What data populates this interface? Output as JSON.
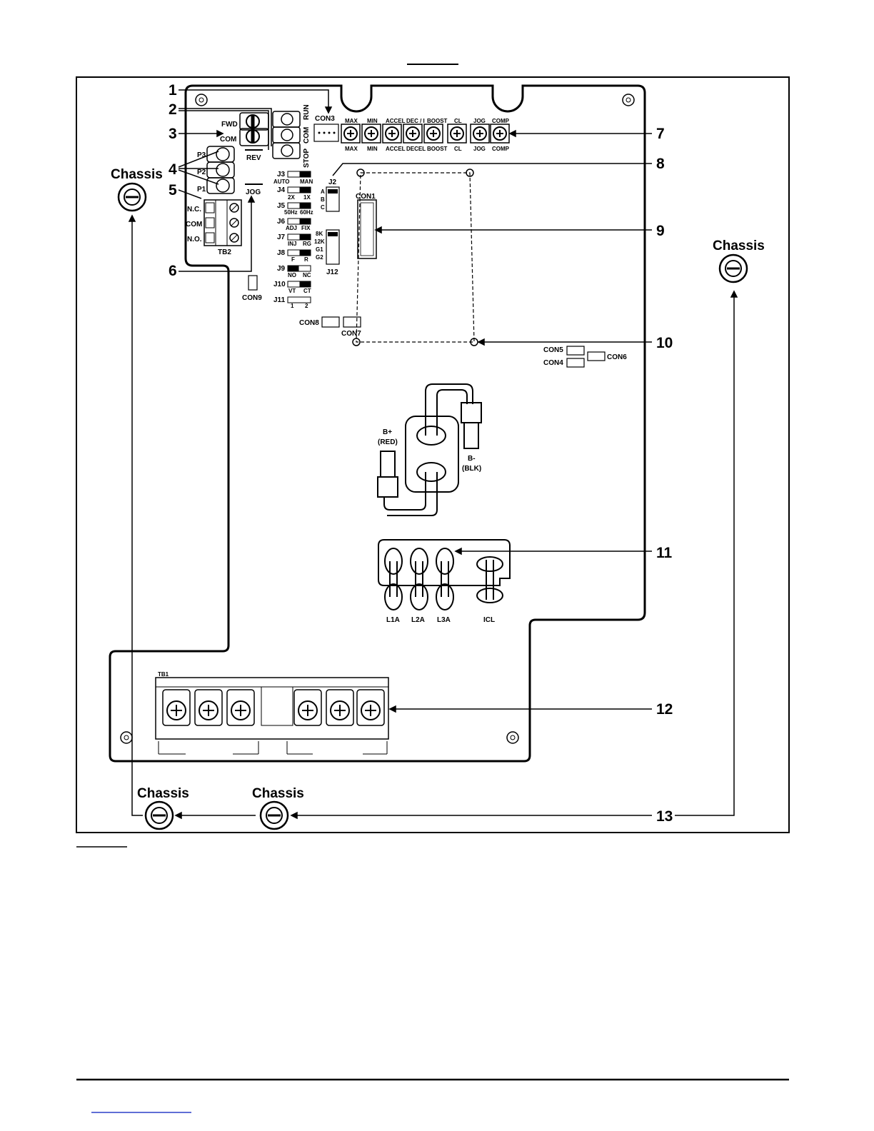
{
  "callouts": [
    "1",
    "2",
    "3",
    "4",
    "5",
    "6",
    "7",
    "8",
    "9",
    "10",
    "11",
    "12",
    "13"
  ],
  "chassis_label": "Chassis",
  "switches": {
    "fwd": "FWD",
    "com": "COM",
    "rev": "REV",
    "run": "RUN",
    "com2": "COM",
    "stop": "STOP",
    "jog": "JOG"
  },
  "pots": [
    "P3",
    "P2",
    "P1"
  ],
  "tb2": {
    "label": "TB2",
    "terminals": [
      "N.C.",
      "COM",
      "N.O."
    ]
  },
  "connectors": {
    "con1": "CON1",
    "con3": "CON3",
    "con4": "CON4",
    "con5": "CON5",
    "con6": "CON6",
    "con7": "CON7",
    "con8": "CON8",
    "con9": "CON9"
  },
  "adjusters": [
    "MAX",
    "MIN",
    "ACCEL",
    "DEC / I",
    "BOOST",
    "CL",
    "JOG",
    "COMP"
  ],
  "adjusters_bottom": [
    "MAX",
    "MIN",
    "ACCEL",
    "DECEL",
    "BOOST",
    "CL",
    "JOG",
    "COMP"
  ],
  "jumpers": [
    {
      "id": "J3",
      "left": "AUTO",
      "right": "MAN"
    },
    {
      "id": "J4",
      "left": "2X",
      "right": "1X"
    },
    {
      "id": "J5",
      "left": "50Hz",
      "right": "60Hz"
    },
    {
      "id": "J6",
      "left": "ADJ",
      "right": "FIX"
    },
    {
      "id": "J7",
      "left": "INJ",
      "right": "RG"
    },
    {
      "id": "J8",
      "left": "F",
      "right": "R"
    },
    {
      "id": "J9",
      "left": "NO",
      "right": "NC"
    },
    {
      "id": "J10",
      "left": "VT",
      "right": "CT"
    },
    {
      "id": "J11",
      "left": "1",
      "right": "2"
    }
  ],
  "j2": {
    "label": "J2",
    "rows": [
      "A",
      "B",
      "C"
    ]
  },
  "j12": {
    "label": "J12",
    "rows": [
      "8K",
      "12K",
      "G1",
      "G2"
    ]
  },
  "bus": {
    "bplus": "B+",
    "bplus_color": "(RED)",
    "bminus": "B-",
    "bminus_color": "(BLK)"
  },
  "line_terminals": [
    "L1A",
    "L2A",
    "L3A",
    "ICL"
  ],
  "tb1": {
    "label": "TB1"
  }
}
